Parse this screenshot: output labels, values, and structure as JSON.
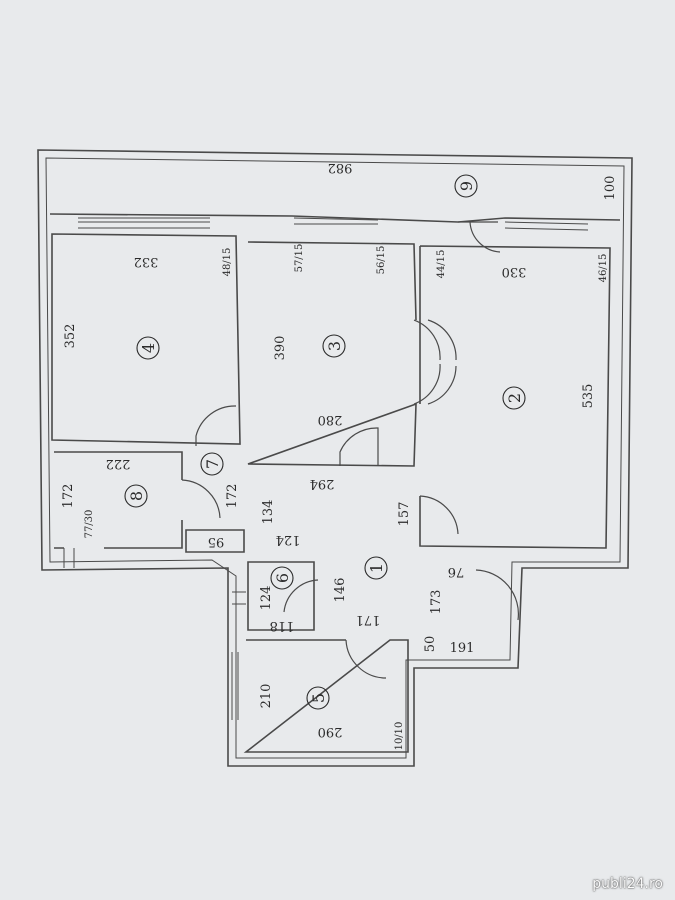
{
  "rooms": [
    {
      "num": "1"
    },
    {
      "num": "2"
    },
    {
      "num": "3"
    },
    {
      "num": "4"
    },
    {
      "num": "5"
    },
    {
      "num": "6"
    },
    {
      "num": "7"
    },
    {
      "num": "8"
    },
    {
      "num": "9"
    }
  ],
  "dimensions": {
    "balcony_length": "982",
    "balcony_width": "100",
    "room2_top": "330",
    "room2_wall": "46/15",
    "room2_side": "535",
    "room2_door": "44/15",
    "room3_top_a": "57/15",
    "room3_top_b": "56/15",
    "room3_side": "390",
    "room3_bottom": "280",
    "room4_top": "332",
    "room4_side": "352",
    "room4_wall": "48/15",
    "room8_top": "222",
    "room8_side": "172",
    "room8_wall": "77/30",
    "hall7_side": "172",
    "hall_294": "294",
    "hall_157": "157",
    "hall_134": "134",
    "hall_124": "124",
    "hall_95": "95",
    "hall_76": "76",
    "room6_124": "124",
    "room6_118": "118",
    "hall_146": "146",
    "hall_171": "171",
    "hall_173": "173",
    "hall_50": "50",
    "hall_191": "191",
    "room5_side": "210",
    "room5_bottom": "290",
    "room5_wall": "10/10"
  },
  "watermark": "publi24.ro"
}
